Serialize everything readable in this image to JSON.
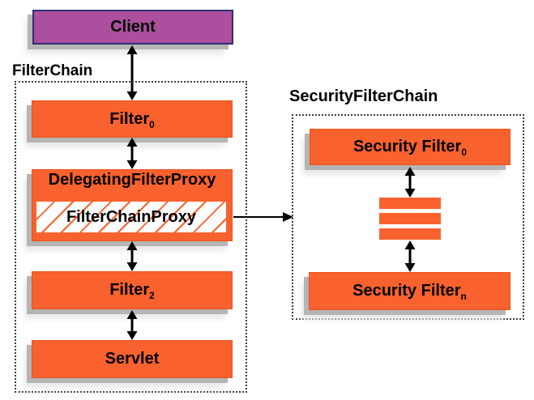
{
  "colors": {
    "background": "#FFFFFF",
    "orange": "#F9622E",
    "orange_border": "#E8511A",
    "purple": "#AC4F9E",
    "purple_border": "#2D2E75",
    "shadow_dark": "#B5B5B5",
    "shadow_light": "#E9E9E9",
    "dashed_border": "#3C3C3C",
    "arrow": "#000000",
    "text": "#000000"
  },
  "left_chain": {
    "label": "FilterChain",
    "client": "Client",
    "filter0": {
      "base": "Filter",
      "sub": "0"
    },
    "delegating_filter_proxy": "DelegatingFilterProxy",
    "filter_chain_proxy": "FilterChainProxy",
    "filter2": {
      "base": "Filter",
      "sub": "2"
    },
    "servlet": "Servlet"
  },
  "right_chain": {
    "label": "SecurityFilterChain",
    "security_filter0": {
      "base": "Security Filter",
      "sub": "0"
    },
    "security_filtern": {
      "base": "Security Filter",
      "sub": "n"
    }
  }
}
